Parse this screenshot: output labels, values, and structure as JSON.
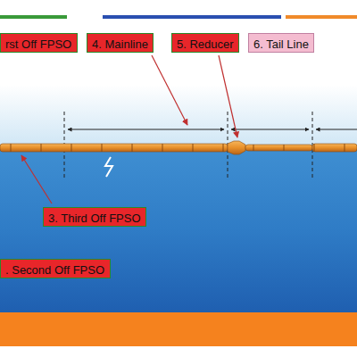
{
  "diagram": {
    "nodes": [
      {
        "text": [
          "rst Off FPSO"
        ]
      },
      {
        "text": [
          "4. Mainline"
        ]
      },
      {
        "text": [
          "5. Reducer"
        ]
      },
      {
        "text": [
          "6. Tail Line"
        ]
      },
      {
        "text": [
          "3. Third Off FPSO"
        ]
      },
      {
        "text": [
          ". Second Off FPSO"
        ]
      }
    ]
  }
}
